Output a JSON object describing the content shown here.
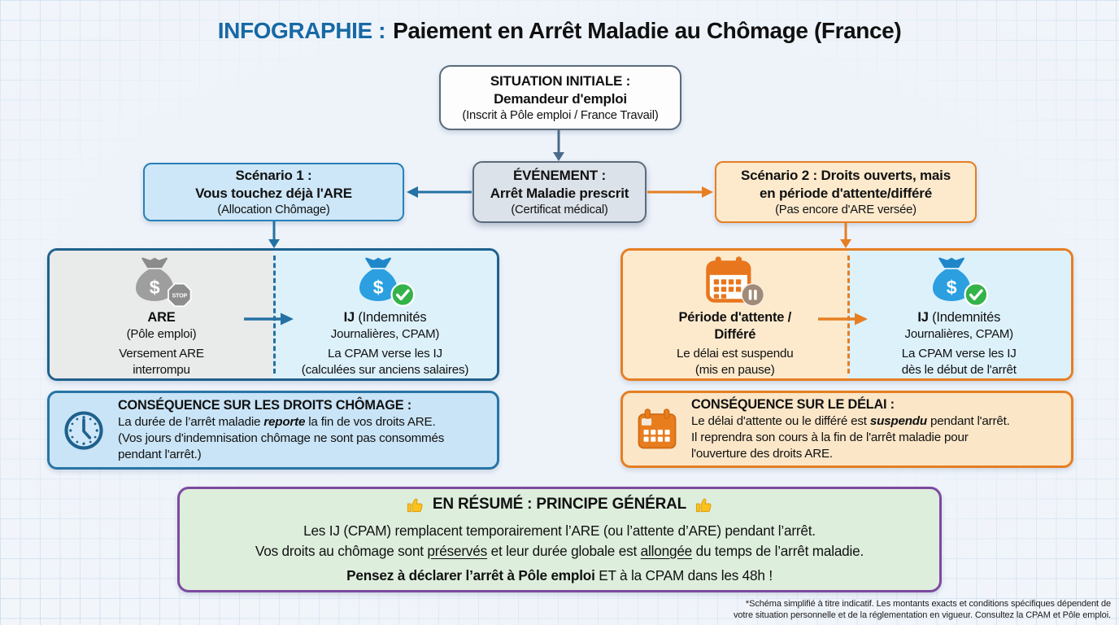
{
  "page": {
    "title_prefix": "INFOGRAPHIE :",
    "title_main": "Paiement en Arrêt Maladie au Chômage (France)"
  },
  "colors": {
    "title_blue": "#1769a5",
    "steel_border": "#5a6b7d",
    "blue_accent": "#2471a3",
    "orange_accent": "#e67e22",
    "purple_border": "#7d4a9e",
    "scenario1_bg": "#cde7f8",
    "scenario2_bg": "#fdeacd",
    "ij_bg": "#ddf1fb",
    "are_gray_bg": "#e9eaea",
    "conseq_blue_bg": "#c9e4f6",
    "conseq_orange_bg": "#fbe6c8",
    "summary_green_bg": "#deeedd",
    "money_bag_blue": "#2b9fe0",
    "money_bag_gray": "#9e9e9e",
    "check_green": "#34b34a",
    "pause_badge_taupe": "#a08a78"
  },
  "icons": [
    "money-bag-stop-icon",
    "money-bag-check-icon",
    "calendar-pause-icon",
    "clock-icon",
    "calendar-icon",
    "thumbs-up-icon"
  ],
  "situation_box": {
    "title": "SITUATION INITIALE :",
    "subtitle": "Demandeur d'emploi",
    "note": "(Inscrit à Pôle emploi / France Travail)"
  },
  "event_box": {
    "title": "ÉVÉNEMENT :",
    "subtitle": "Arrêt Maladie prescrit",
    "note": "(Certificat médical)"
  },
  "scenario1_box": {
    "title": "Scénario 1 :",
    "subtitle": "Vous touchez déjà l'ARE",
    "note": "(Allocation Chômage)"
  },
  "scenario2_box": {
    "title": "Scénario 2 : Droits ouverts, mais",
    "subtitle": "en période d'attente/différé",
    "note": "(Pas encore d'ARE versée)"
  },
  "flow1": {
    "left": {
      "dollar": "$",
      "stop_label": "STOP",
      "title": "ARE",
      "subtitle": "(Pôle emploi)",
      "line1": "Versement ARE",
      "line2": "interrompu"
    },
    "right": {
      "dollar": "$",
      "title_bold": "IJ",
      "title_rest": " (Indemnités",
      "title_line2": "Journalières, CPAM)",
      "line1": "La CPAM verse les IJ",
      "line2": "(calculées sur anciens salaires)"
    }
  },
  "flow2": {
    "left": {
      "title_line1": "Période d'attente /",
      "title_line2": "Différé",
      "line1": "Le délai est suspendu",
      "line2": "(mis en pause)"
    },
    "right": {
      "dollar": "$",
      "title_bold": "IJ",
      "title_rest": " (Indemnités",
      "title_line2": "Journalières, CPAM)",
      "line1": "La CPAM verse les IJ",
      "line2": "dès le début de l'arrêt"
    }
  },
  "consequence1": {
    "title": "CONSÉQUENCE SUR LES DROITS CHÔMAGE :",
    "l1_pre": "La durée de l’arrêt maladie ",
    "l1_em": "reporte",
    "l1_post": " la fin de vos droits ARE.",
    "l2": "(Vos jours d'indemnisation chômage ne sont pas consommés",
    "l3": "pendant l'arrêt.)"
  },
  "consequence2": {
    "title": "CONSÉQUENCE SUR LE DÉLAI :",
    "l1_pre": "Le délai d'attente ou le différé est ",
    "l1_em": "suspendu",
    "l1_post": " pendant l'arrêt.",
    "l2": "Il reprendra son cours à la fin de l'arrêt maladie pour",
    "l3": "l'ouverture des droits ARE."
  },
  "summary": {
    "heading": "EN RÉSUMÉ : PRINCIPE GÉNÉRAL",
    "line1": "Les IJ (CPAM) remplacent temporairement l’ARE (ou l’attente d’ARE) pendant l’arrêt.",
    "line2_pre": "Vos droits au chômage sont ",
    "line2_u1": "préservés",
    "line2_mid": " et leur durée globale est ",
    "line2_u2": "allongée",
    "line2_post": " du temps de l’arrêt maladie.",
    "line3_bold": "Pensez à déclarer l’arrêt à Pôle emploi",
    "line3_rest": " ET à la CPAM dans les 48h !"
  },
  "footnote": {
    "line1": "*Schéma simplifié à titre indicatif. Les montants exacts et conditions spécifiques dépendent de",
    "line2": "votre situation personnelle et de la réglementation en vigueur. Consultez la CPAM et Pôle emploi."
  }
}
